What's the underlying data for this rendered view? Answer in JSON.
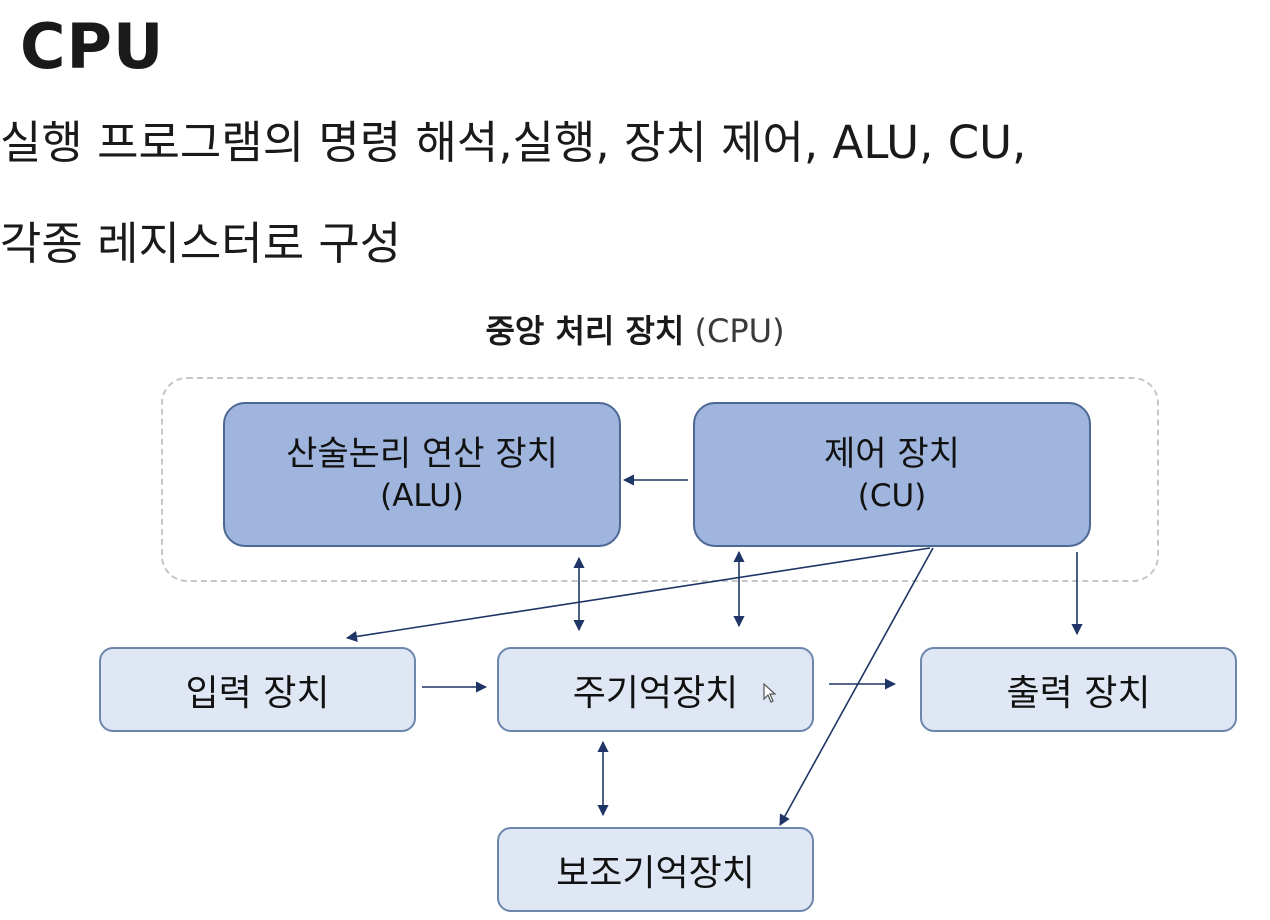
{
  "slide": {
    "title": "CPU",
    "description_line1": "실행 프로그램의 명령 해석,실행, 장치 제어, ALU, CU,",
    "description_line2": "각종 레지스터로 구성"
  },
  "diagram": {
    "cpu_caption_bold": "중앙 처리 장치",
    "cpu_caption_normal": "(CPU)",
    "alu": {
      "name": "산술논리 연산 장치",
      "abbr": "(ALU)"
    },
    "cu": {
      "name": "제어 장치",
      "abbr": "(CU)"
    },
    "input": "입력 장치",
    "main_memory": "주기억장치",
    "output": "출력 장치",
    "secondary_memory": "보조기억장치"
  },
  "colors": {
    "cpu_unit_fill": "#9fb5dd",
    "device_fill": "#e0e7f4",
    "arrow": "#1f3565"
  }
}
